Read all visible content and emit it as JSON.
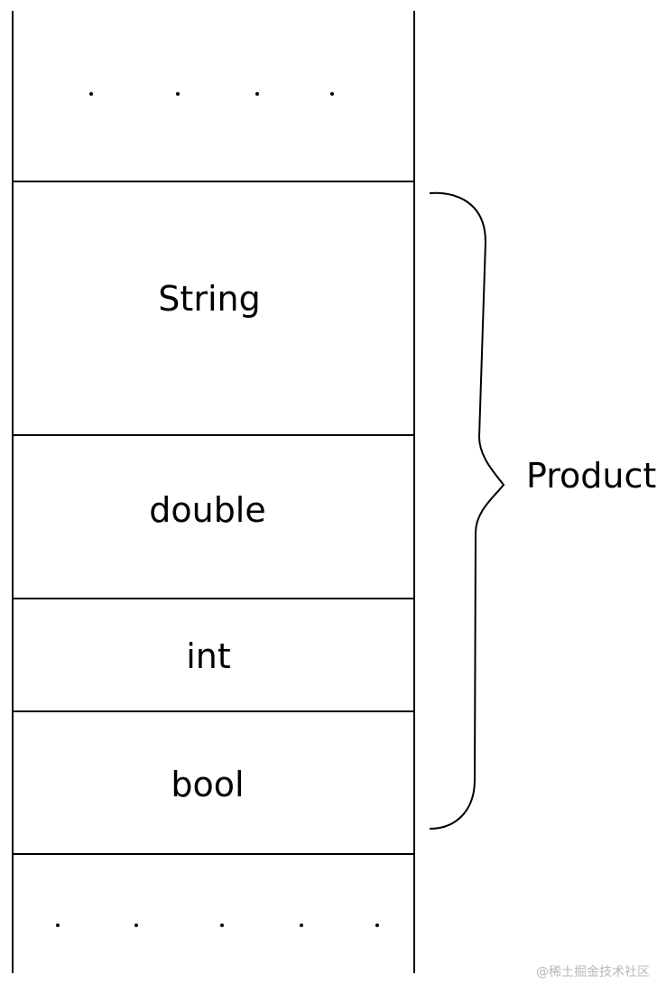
{
  "memory_layout": {
    "fields": [
      {
        "label": "String"
      },
      {
        "label": "double"
      },
      {
        "label": "int"
      },
      {
        "label": "bool"
      }
    ]
  },
  "brace": {
    "label": "Product"
  },
  "watermark": "@稀土掘金技术社区"
}
